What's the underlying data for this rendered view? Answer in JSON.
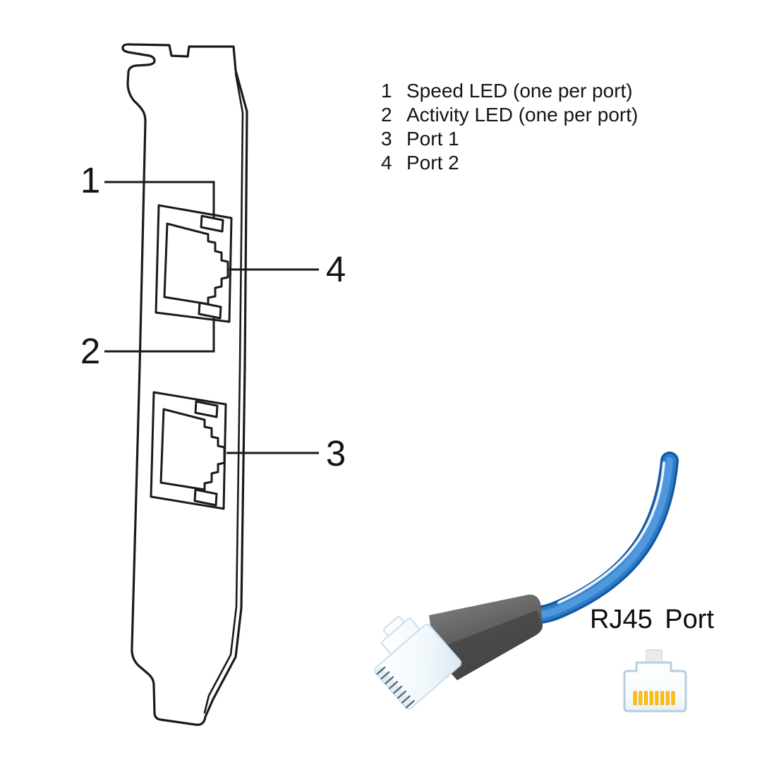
{
  "legend": {
    "items": [
      {
        "num": "1",
        "label": "Speed LED (one per port)"
      },
      {
        "num": "2",
        "label": "Activity LED (one per port)"
      },
      {
        "num": "3",
        "label": "Port 1"
      },
      {
        "num": "4",
        "label": "Port 2"
      }
    ]
  },
  "callouts": {
    "c1": "1",
    "c2": "2",
    "c3": "3",
    "c4": "4"
  },
  "rj45_port_label": "RJ45 Port",
  "icons": {
    "bracket": "pci-bracket-outline",
    "rj45_cable": "rj45-cable-illustration",
    "rj45_port": "rj45-port-icon"
  },
  "colors": {
    "line": "#1a1a1a",
    "text": "#141414",
    "cable_outline": "#15599e",
    "cable_body": "#2f7dca",
    "cable_core": "#4e98de",
    "cable_highlight": "#eef7ff",
    "boot_gray": "#5f5f5f",
    "plug_white": "#f4fafd",
    "plug_edge": "#c9dfec",
    "icon_border": "#b7cddd",
    "icon_pin_gold": "#fec011"
  }
}
